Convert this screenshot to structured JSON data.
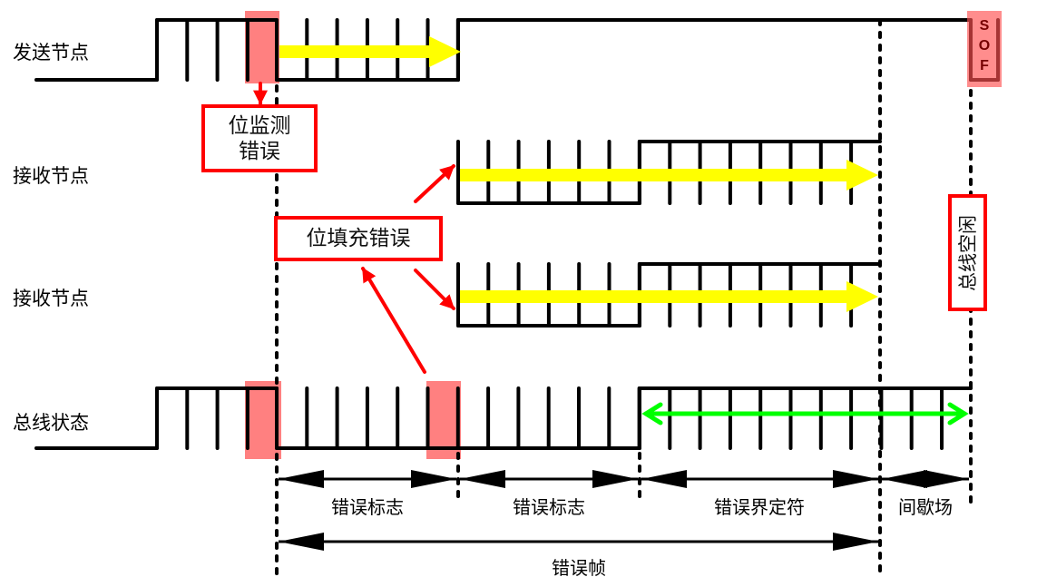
{
  "rows": {
    "sender": "发送节点",
    "receiver1": "接收节点",
    "receiver2": "接收节点",
    "bus": "总线状态"
  },
  "callouts": {
    "bit_monitor_error": "位监测\n错误",
    "bit_stuff_error": "位填充错误",
    "bus_idle": "总线空闲"
  },
  "sof": [
    "S",
    "O",
    "F"
  ],
  "segments": {
    "error_flag_1": "错误标志",
    "error_flag_2": "错误标志",
    "error_delimiter": "错误界定符",
    "intermission": "间歇场",
    "error_frame": "错误帧"
  },
  "colors": {
    "highlight": "#ff8080",
    "arrow_yellow": "#ffff00",
    "arrow_green": "#00ff00",
    "callout": "#ff0000"
  }
}
